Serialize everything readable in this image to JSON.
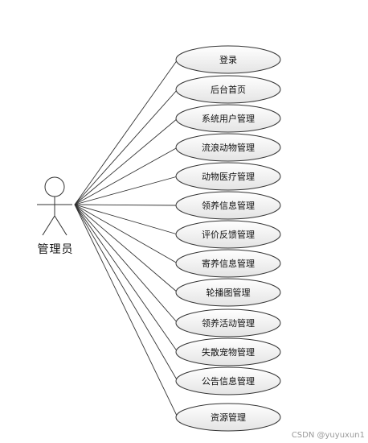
{
  "actor": {
    "label": "管理员",
    "icon": "stick-figure-icon"
  },
  "use_cases": [
    "登录",
    "后台首页",
    "系统用户管理",
    "流浪动物管理",
    "动物医疗管理",
    "领养信息管理",
    "评价反馈管理",
    "寄养信息管理",
    "轮播图管理",
    "领养活动管理",
    "失散宠物管理",
    "公告信息管理",
    "资源管理"
  ],
  "watermark": "CSDN @yuyuxun1",
  "colors": {
    "stroke": "#333333",
    "ellipse_fill_top": "#ffffff",
    "ellipse_fill_bottom": "#e4e4e4",
    "text": "#111111"
  }
}
